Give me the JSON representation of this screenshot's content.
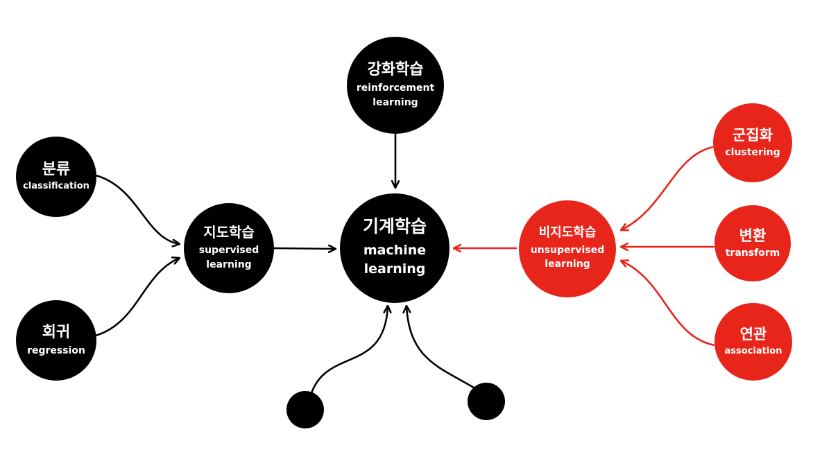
{
  "colors": {
    "black": "#000000",
    "red": "#e8251b",
    "text": "#ffffff"
  },
  "nodes": {
    "machine_learning": {
      "ko": "기계학습",
      "en_line1": "machine",
      "en_line2": "learning"
    },
    "reinforcement_learning": {
      "ko": "강화학습",
      "en_line1": "reinforcement",
      "en_line2": "learning"
    },
    "supervised_learning": {
      "ko": "지도학습",
      "en_line1": "supervised",
      "en_line2": "learning"
    },
    "unsupervised_learning": {
      "ko": "비지도학습",
      "en_line1": "unsupervised",
      "en_line2": "learning"
    },
    "classification": {
      "ko": "분류",
      "en": "classification"
    },
    "regression": {
      "ko": "회귀",
      "en": "regression"
    },
    "clustering": {
      "ko": "군집화",
      "en": "clustering"
    },
    "transform": {
      "ko": "변환",
      "en": "transform"
    },
    "association": {
      "ko": "연관",
      "en": "association"
    }
  },
  "edges": [
    {
      "from": "reinforcement_learning",
      "to": "machine_learning",
      "color": "black"
    },
    {
      "from": "supervised_learning",
      "to": "machine_learning",
      "color": "black"
    },
    {
      "from": "unsupervised_learning",
      "to": "machine_learning",
      "color": "red"
    },
    {
      "from": "classification",
      "to": "supervised_learning",
      "color": "black"
    },
    {
      "from": "regression",
      "to": "supervised_learning",
      "color": "black"
    },
    {
      "from": "clustering",
      "to": "unsupervised_learning",
      "color": "red"
    },
    {
      "from": "transform",
      "to": "unsupervised_learning",
      "color": "red"
    },
    {
      "from": "association",
      "to": "unsupervised_learning",
      "color": "red"
    },
    {
      "from": "unlabeled-dot-left",
      "to": "machine_learning",
      "color": "black"
    },
    {
      "from": "unlabeled-dot-right",
      "to": "machine_learning",
      "color": "black"
    }
  ]
}
